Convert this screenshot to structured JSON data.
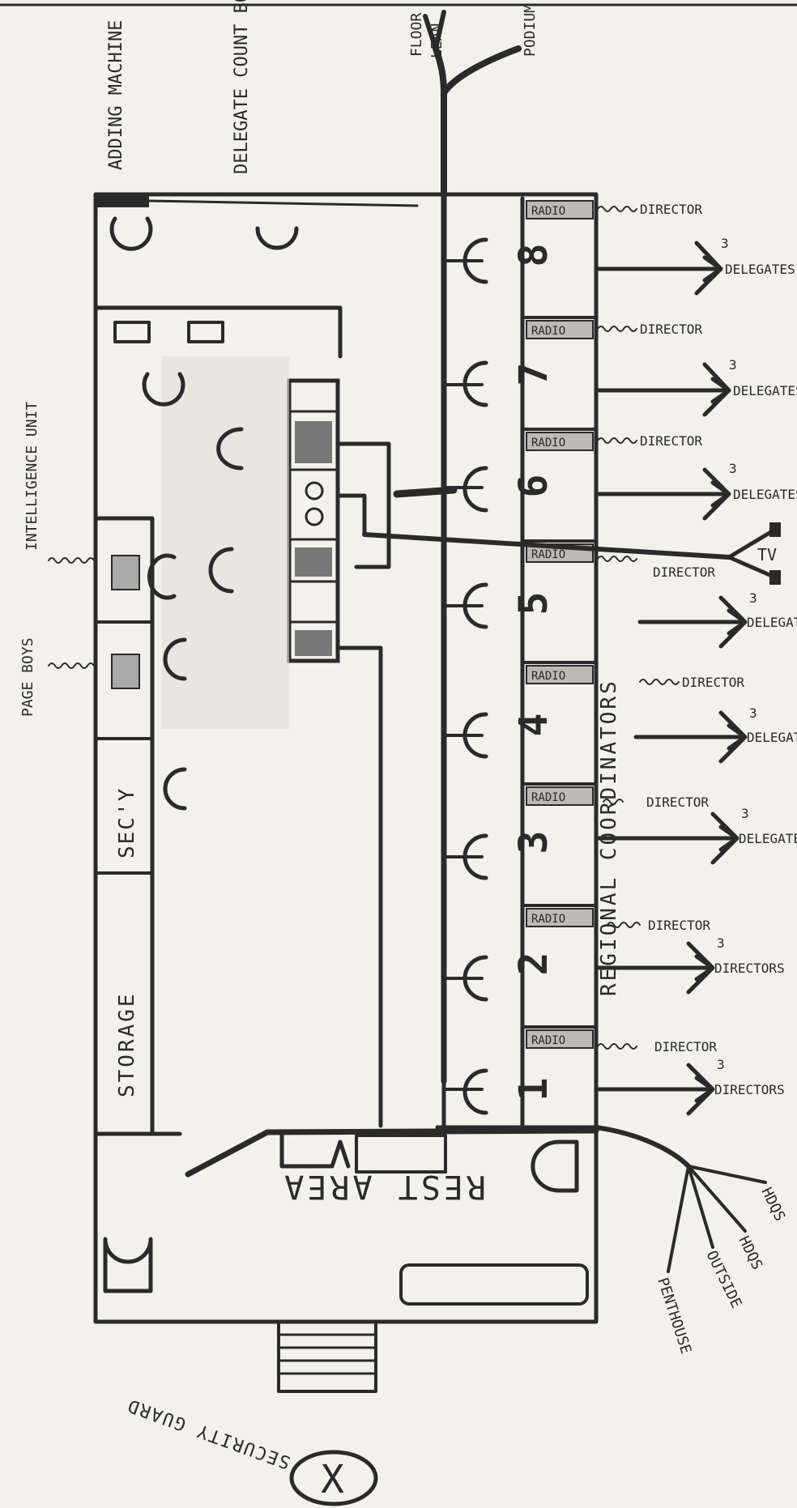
{
  "title_region": {
    "adding_machine": "ADDING MACHINE",
    "delegate_count_board": "DELEGATE COUNT BOARD",
    "top_feeds": [
      "FLOOR",
      "LEAN",
      "PODIUM"
    ]
  },
  "rooms": {
    "storage": "STORAGE",
    "secy": "SEC'Y",
    "rest_area": "REST AREA",
    "page_boys": "PAGE BOYS",
    "intelligence_unit": "INTELLIGENCE UNIT",
    "regional_coordinators": "REGIONAL COORDINATORS"
  },
  "stations": [
    {
      "num": "8",
      "radio": "RADIO",
      "director": "DIRECTOR",
      "count": "3",
      "delegates": "DELEGATES"
    },
    {
      "num": "7",
      "radio": "RADIO",
      "director": "DIRECTOR",
      "count": "3",
      "delegates": "DELEGATES"
    },
    {
      "num": "6",
      "radio": "RADIO",
      "director": "DIRECTOR",
      "count": "3",
      "delegates": "DELEGATES"
    },
    {
      "num": "5",
      "radio": "RADIO",
      "director": "DIRECTOR",
      "count": "3",
      "delegates": "DELEGATES"
    },
    {
      "num": "4",
      "radio": "RADIO",
      "director": "DIRECTOR",
      "count": "3",
      "delegates": "DELEGATES"
    },
    {
      "num": "3",
      "radio": "RADIO",
      "director": "DIRECTOR",
      "count": "3",
      "delegates": "DELEGATES"
    },
    {
      "num": "2",
      "radio": "RADIO",
      "director": "DIRECTOR",
      "count": "3",
      "delegates": "DIRECTORS"
    },
    {
      "num": "1",
      "radio": "RADIO",
      "director": "DIRECTOR",
      "count": "3",
      "delegates": "DIRECTORS"
    }
  ],
  "tv_label": "TV",
  "outside_lines": [
    "HDQS",
    "HDQS",
    "OUTSIDE",
    "PENTHOUSE"
  ],
  "security": {
    "label": "SECURITY GUARD",
    "symbol": "X"
  }
}
